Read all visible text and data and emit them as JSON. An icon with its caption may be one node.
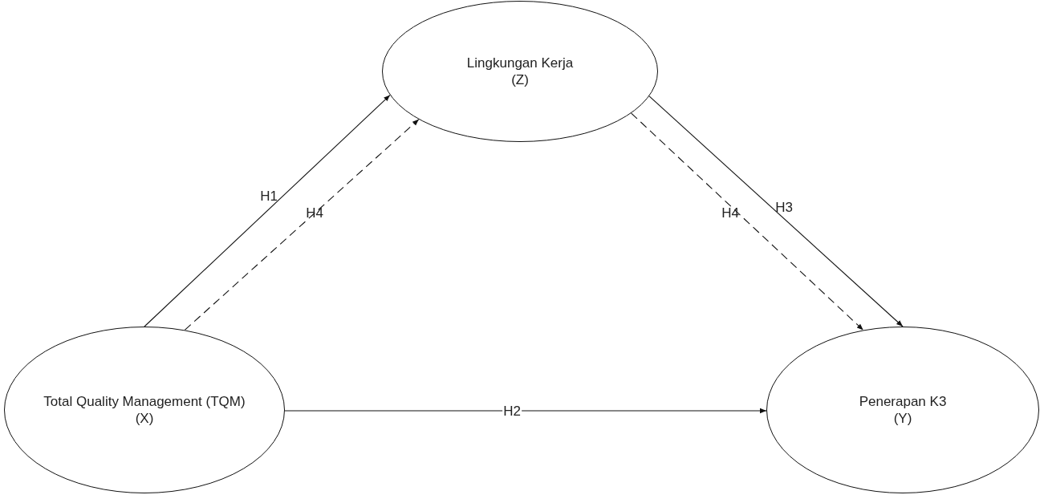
{
  "diagram": {
    "nodes": [
      {
        "text": [
          "Lingkungan Kerja",
          "(Z)"
        ]
      },
      {
        "text": [
          "Total Quality Management (TQM)",
          "(X)"
        ]
      },
      {
        "text": [
          "Penerapan K3",
          "(Y)"
        ]
      }
    ],
    "edges": [
      {
        "from": 1,
        "to": 0,
        "arrow": "to",
        "label": "H1"
      },
      {
        "from": 1,
        "to": 0,
        "arrow": "to",
        "label": "H4",
        "style": "dashed"
      },
      {
        "from": 0,
        "to": 2,
        "arrow": "to",
        "label": "H4",
        "style": "dashed"
      },
      {
        "from": 0,
        "to": 2,
        "arrow": "to",
        "label": "H3"
      },
      {
        "from": 1,
        "to": 2,
        "arrow": "to",
        "label": "H2"
      }
    ]
  }
}
